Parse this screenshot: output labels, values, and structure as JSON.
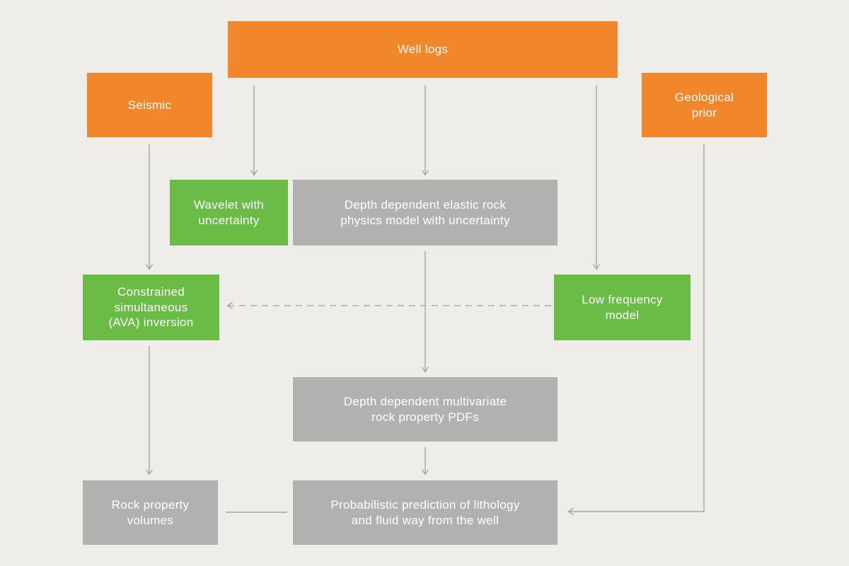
{
  "colors": {
    "background": "#EFEDEA",
    "orange": "#F2862A",
    "green": "#6BBB47",
    "gray": "#B3B1B0",
    "connector": "#A6A4A1",
    "connector_dashed": "#B1AFAC",
    "node_text": "#FFFFFF"
  },
  "nodes": {
    "well_logs": {
      "label": [
        "Well logs"
      ],
      "color": "orange"
    },
    "seismic": {
      "label": [
        "Seismic"
      ],
      "color": "orange"
    },
    "geological_prior": {
      "label": [
        "Geological",
        "prior"
      ],
      "color": "orange"
    },
    "wavelet": {
      "label": [
        "Wavelet with",
        "uncertainty"
      ],
      "color": "green"
    },
    "elastic_rock_physics": {
      "label": [
        "Depth dependent elastic rock",
        "physics model with uncertainty"
      ],
      "color": "gray"
    },
    "constrained_inversion": {
      "label": [
        "Constrained",
        "simultaneous",
        "(AVA) inversion"
      ],
      "color": "green"
    },
    "low_frequency_model": {
      "label": [
        "Low frequency",
        "model"
      ],
      "color": "green"
    },
    "multivariate_pdfs": {
      "label": [
        "Depth dependent multivariate",
        "rock property PDFs"
      ],
      "color": "gray"
    },
    "rock_property_volumes": {
      "label": [
        "Rock property",
        "volumes"
      ],
      "color": "gray"
    },
    "probabilistic_prediction": {
      "label": [
        "Probabilistic prediction of lithology",
        "and fluid way from the well"
      ],
      "color": "gray"
    }
  },
  "edges": [
    {
      "from": "well_logs",
      "to": "wavelet",
      "style": "solid-arrow"
    },
    {
      "from": "well_logs",
      "to": "elastic_rock_physics",
      "style": "solid-arrow"
    },
    {
      "from": "well_logs",
      "to": "low_frequency_model",
      "style": "solid-arrow"
    },
    {
      "from": "seismic",
      "to": "constrained_inversion",
      "style": "solid-arrow"
    },
    {
      "from": "elastic_rock_physics",
      "to": "multivariate_pdfs",
      "style": "solid-arrow"
    },
    {
      "from": "low_frequency_model",
      "to": "constrained_inversion",
      "style": "dashed-arrow"
    },
    {
      "from": "constrained_inversion",
      "to": "rock_property_volumes",
      "style": "solid-arrow"
    },
    {
      "from": "multivariate_pdfs",
      "to": "probabilistic_prediction",
      "style": "solid-arrow"
    },
    {
      "from": "geological_prior",
      "to": "probabilistic_prediction",
      "style": "solid-arrow-elbow"
    },
    {
      "from": "probabilistic_prediction",
      "to": "rock_property_volumes",
      "style": "plain-line"
    }
  ]
}
